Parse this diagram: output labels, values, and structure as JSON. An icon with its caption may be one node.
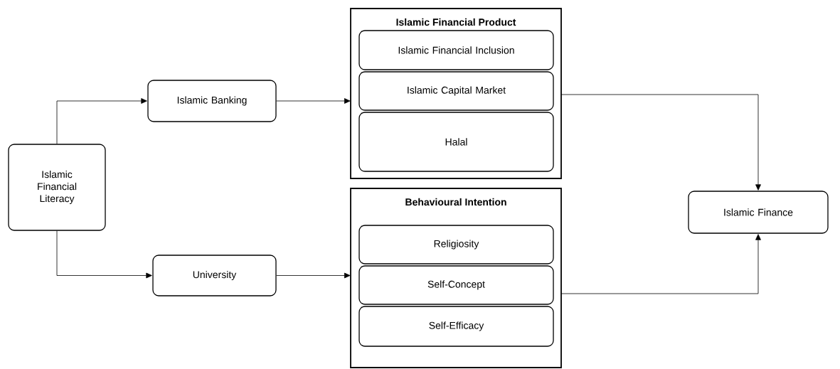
{
  "diagram": {
    "nodes": [
      {
        "text": [
          "Islamic Financial Literacy"
        ]
      },
      {
        "text": [
          "Islamic Banking"
        ]
      },
      {
        "text": [
          "Islamic Financial Product"
        ]
      },
      {
        "text": [
          "Islamic Financial Inclusion"
        ],
        "in": 2
      },
      {
        "text": [
          "Islamic Capital Market"
        ],
        "in": 2
      },
      {
        "text": [
          "Halal"
        ],
        "in": 2
      },
      {
        "text": [
          "Islamic Finance"
        ]
      },
      {
        "text": [
          "Behavioural Intention"
        ]
      },
      {
        "text": [
          "Religiosity"
        ],
        "in": 7
      },
      {
        "text": [
          "Self-Concept"
        ],
        "in": 7
      },
      {
        "text": [
          "Self-Efficacy"
        ],
        "in": 7
      },
      {
        "text": [
          "University"
        ]
      }
    ],
    "edges": [
      {
        "from": 0,
        "to": 1,
        "arrow": "to"
      },
      {
        "from": 0,
        "to": 11,
        "arrow": "to"
      },
      {
        "from": 1,
        "to": 2,
        "arrow": "to"
      },
      {
        "from": 11,
        "to": 7,
        "arrow": "to"
      },
      {
        "from": 2,
        "to": 6,
        "arrow": "to"
      },
      {
        "from": 7,
        "to": 6,
        "arrow": "to"
      }
    ]
  }
}
